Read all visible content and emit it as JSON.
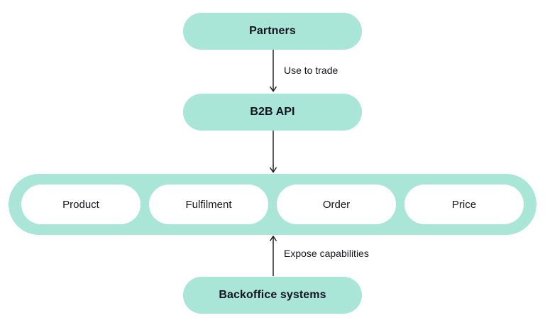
{
  "nodes": {
    "partners": "Partners",
    "b2b_api": "B2B API",
    "backoffice": "Backoffice systems"
  },
  "capabilities": [
    "Product",
    "Fulfilment",
    "Order",
    "Price"
  ],
  "edges": {
    "use_to_trade": "Use to trade",
    "expose_capabilities": "Expose capabilities"
  },
  "colors": {
    "node_fill": "#a9e6d8",
    "capability_fill": "#ffffff",
    "text": "#14141c",
    "arrow": "#14141c"
  }
}
